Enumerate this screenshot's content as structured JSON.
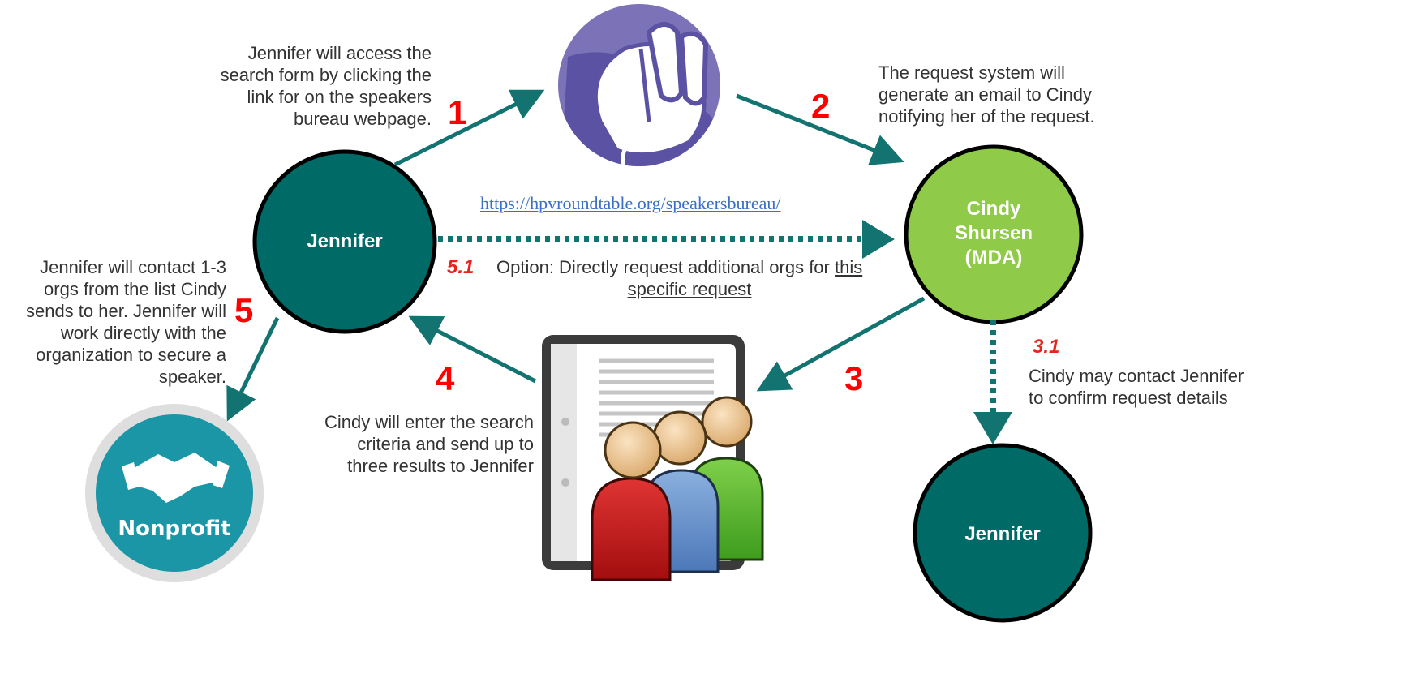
{
  "nodes": {
    "jennifer_top": "Jennifer",
    "cindy_lines": [
      "Cindy",
      "Shursen",
      "(MDA)"
    ],
    "jennifer_bottom": "Jennifer"
  },
  "url": "https://hpvroundtable.org/speakersbureau/",
  "steps": {
    "s1": {
      "number": "1",
      "text": [
        "Jennifer will access the",
        "search form by clicking the",
        "link for on the speakers",
        "bureau webpage."
      ]
    },
    "s2": {
      "number": "2",
      "text": [
        "The request system will",
        "generate an email to Cindy",
        "notifying her of the request."
      ]
    },
    "s3": {
      "number": "3"
    },
    "s3_1": {
      "number": "3.1",
      "text": [
        "Cindy may contact Jennifer",
        "to confirm request details"
      ]
    },
    "s4": {
      "number": "4",
      "text": [
        "Cindy will enter the search",
        "criteria and send up to",
        "three results to Jennifer"
      ]
    },
    "s5": {
      "number": "5",
      "text": [
        "Jennifer will contact 1-3",
        "orgs from the list Cindy",
        "sends to her. Jennifer will",
        "work directly with the",
        "organization to secure a",
        "speaker."
      ]
    },
    "s5_1": {
      "number": "5.1",
      "text_plain": "Option: Directly request additional orgs for ",
      "text_underline_1": "this",
      "text_underline_2": "specific request"
    }
  },
  "nonprofit_logo_text": "Nonprofit",
  "colors": {
    "teal_dark": "#006a66",
    "arrow_teal": "#137370",
    "cindy_green": "#8fcb48",
    "step_red": "#ff0000",
    "mouse_purple": "#7b72b8",
    "nonprofit_teal": "#1a96a6"
  },
  "icons": [
    "mouse-click-icon",
    "document-people-icon",
    "handshake-icon"
  ]
}
